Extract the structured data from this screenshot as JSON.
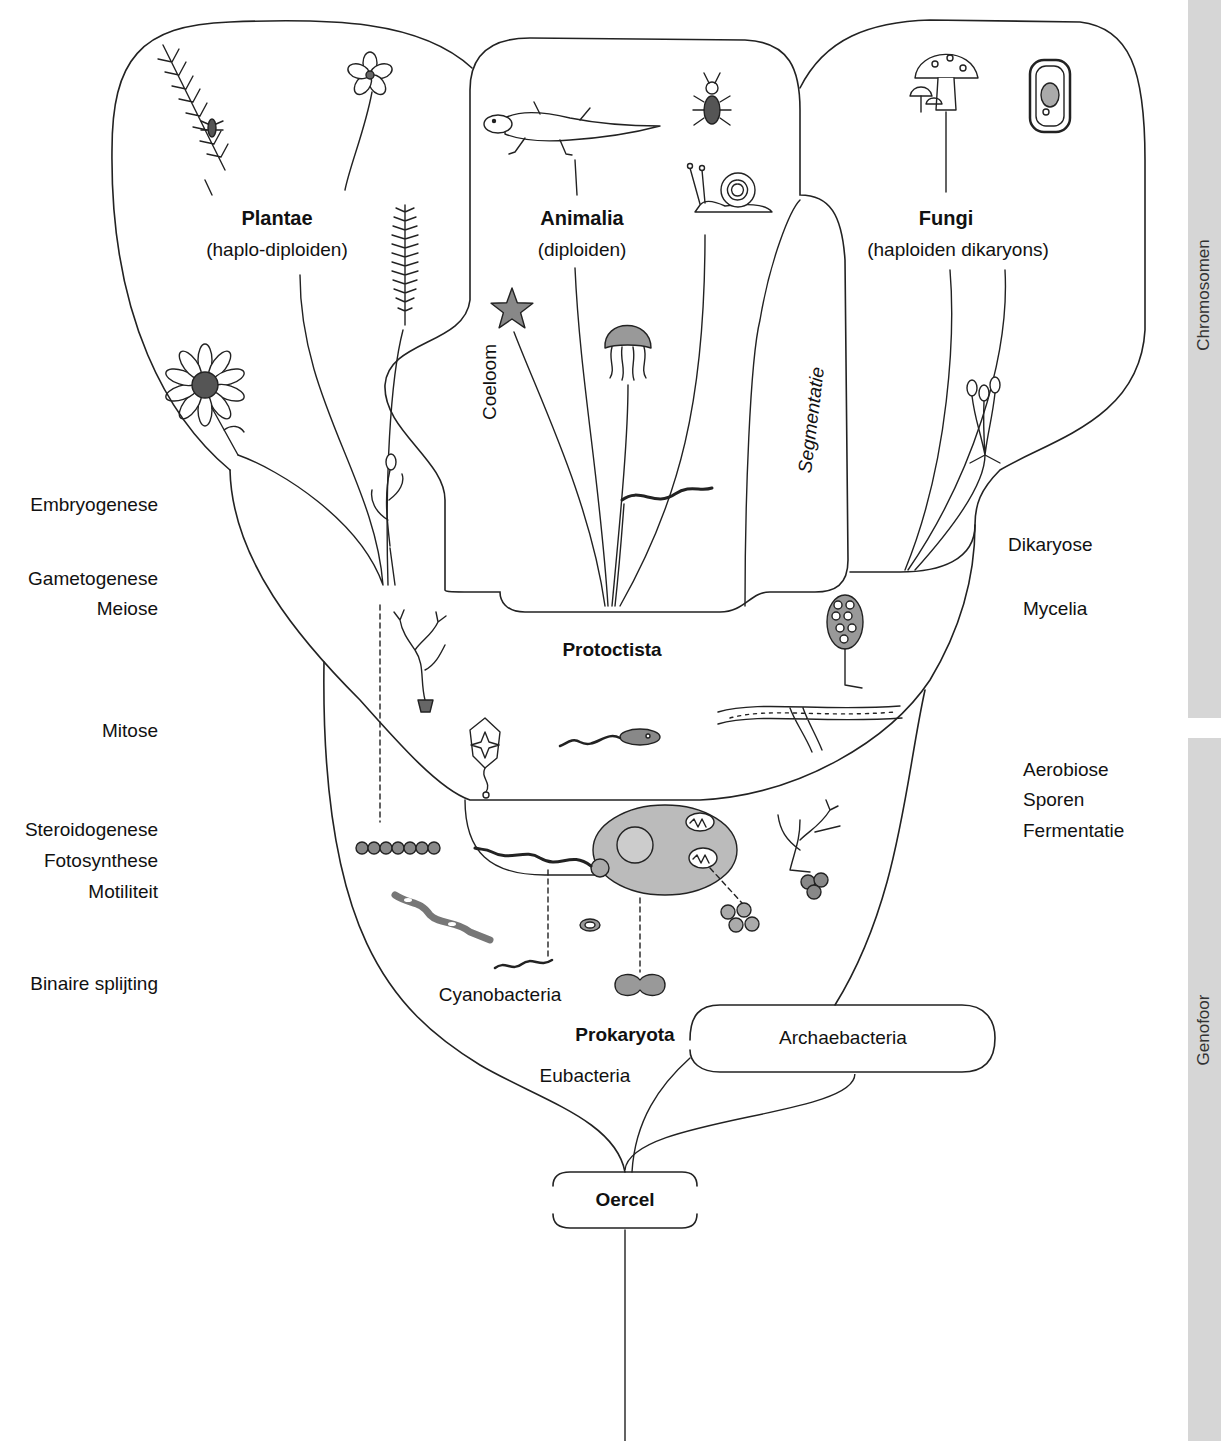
{
  "diagram": {
    "nodes": [
      {
        "text": [
          "Cyanobacteria",
          "Prokaryota",
          "Eubacteria"
        ]
      },
      {
        "text": [
          "Protoctista"
        ],
        "in": 0
      },
      {
        "text": [
          "Plantae",
          "(haplo-diploiden)"
        ],
        "in": 1
      },
      {
        "text": [
          "Animalia",
          "(diploiden)"
        ],
        "in": 1
      },
      {
        "text": [
          "Fungi",
          "(haploiden dikaryons)"
        ],
        "in": 1
      },
      {
        "text": [
          "Archaebacteria"
        ],
        "in": 0
      },
      {
        "text": [
          "Oercel"
        ]
      },
      {
        "text": [
          "Chromosomen"
        ]
      },
      {
        "text": [
          "Genofoor"
        ]
      }
    ],
    "edges": [
      {
        "from": 6,
        "to": 5,
        "arrow": "none"
      }
    ],
    "labels": [
      "Coeloom",
      "Segmentatie",
      "Embryogenese",
      "Gametogenese",
      "Meiose",
      "Mitose",
      "Steroidogenese",
      "Fotosynthese",
      "Motiliteit",
      "Binaire splijting",
      "Dikaryose",
      "Mycelia",
      "Aerobiose",
      "Sporen",
      "Fermentatie"
    ]
  }
}
